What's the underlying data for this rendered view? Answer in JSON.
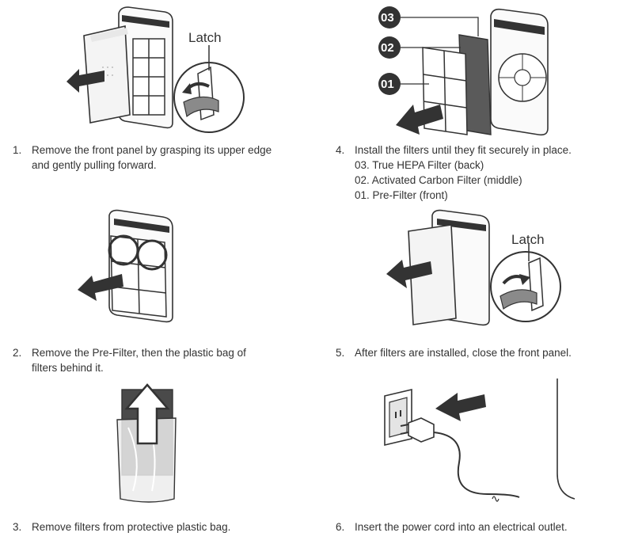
{
  "steps": [
    {
      "number": "1.",
      "text": "Remove the front panel by grasping its upper edge and gently pulling forward.",
      "callout": "Latch"
    },
    {
      "number": "2.",
      "text": "Remove the Pre-Filter, then the plastic bag of filters behind it."
    },
    {
      "number": "3.",
      "text": "Remove filters from protective plastic bag."
    },
    {
      "number": "4.",
      "text": "Install the filters until they fit securely in place.",
      "sub_items": [
        "03. True HEPA Filter (back)",
        "02. Activated Carbon Filter (middle)",
        "01. Pre-Filter (front)"
      ],
      "badges": [
        "03",
        "02",
        "01"
      ]
    },
    {
      "number": "5.",
      "text": "After filters are installed, close the front panel.",
      "callout": "Latch"
    },
    {
      "number": "6.",
      "text": "Insert the power cord into an electrical outlet."
    }
  ],
  "colors": {
    "ink": "#333333",
    "panel": "#f4f4f4",
    "badge": "#333333",
    "arrow": "#333333",
    "shade": "#8a8a8a"
  }
}
